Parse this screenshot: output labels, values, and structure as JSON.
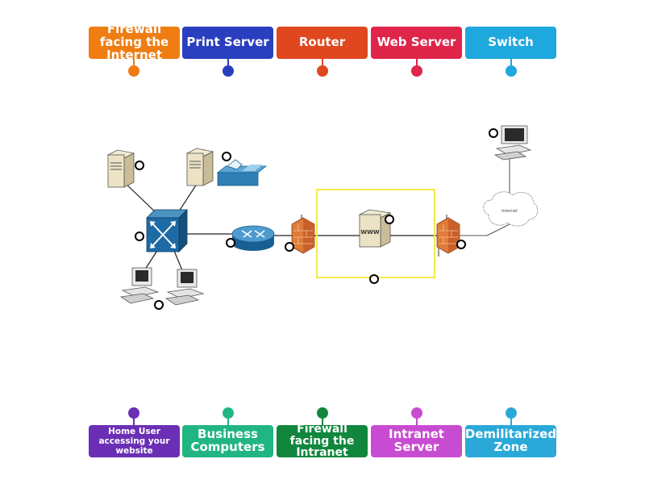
{
  "top_labels": [
    {
      "text": "Firewall facing the Internet",
      "color": "#ef7d12"
    },
    {
      "text": "Print Server",
      "color": "#2a3fbf"
    },
    {
      "text": "Router",
      "color": "#e0471f"
    },
    {
      "text": "Web Server",
      "color": "#e0254a"
    },
    {
      "text": "Switch",
      "color": "#1ea8dd"
    }
  ],
  "bottom_labels": [
    {
      "text": "Home User accessing your website",
      "color": "#6b2fb5"
    },
    {
      "text": "Business Computers",
      "color": "#22b584"
    },
    {
      "text": "Firewall facing the Intranet",
      "color": "#11873e"
    },
    {
      "text": "Intranet Server",
      "color": "#c84cd1"
    },
    {
      "text": "Demilitarized Zone",
      "color": "#2aa9d9"
    }
  ],
  "diagram": {
    "cloud_label": "Internet",
    "www_label": "WWW"
  }
}
